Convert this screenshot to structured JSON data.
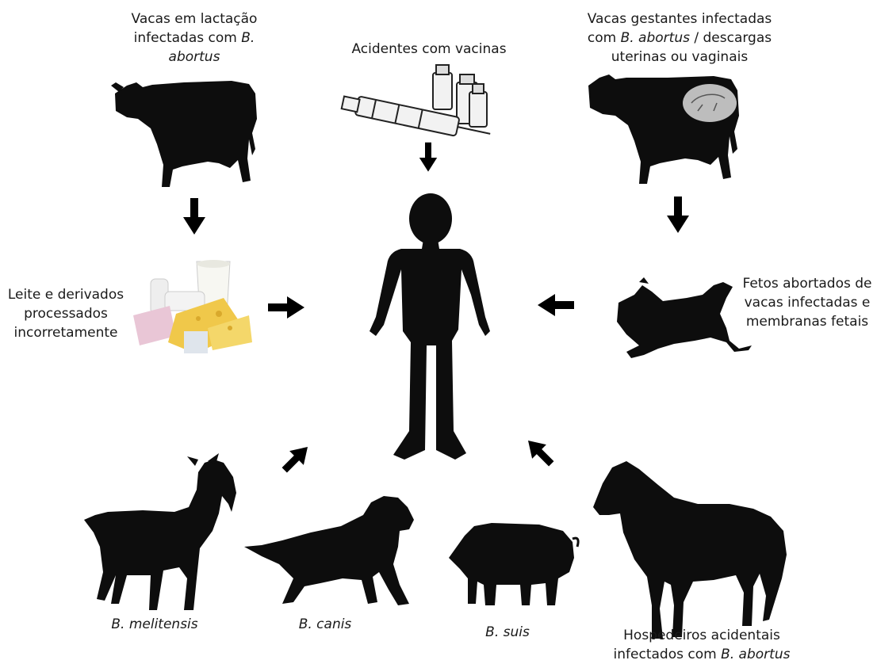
{
  "labels": {
    "lactating_cows_pre": "Vacas em lactação infectadas com ",
    "lactating_cows_species": "B. abortus",
    "vaccine_accidents": "Acidentes com vacinas",
    "pregnant_cows_pre": "Vacas gestantes infectadas com ",
    "pregnant_cows_species": "B. abortus",
    "pregnant_cows_post": " / descargas uterinas ou vaginais",
    "milk_products": "Leite e derivados processados incorretamente",
    "aborted_fetuses": "Fetos abortados de vacas infectadas e membranas fetais",
    "goat_species": "B. melitensis",
    "dog_species": "B. canis",
    "pig_species": "B. suis",
    "horse_pre": "Hospedeiros acidentais infectados com ",
    "horse_species": "B. abortus"
  },
  "colors": {
    "silhouette": "#0d0d0d",
    "text": "#1a1a1a",
    "arrow": "#000000"
  },
  "icons": [
    "cow-icon",
    "pregnant-cow-icon",
    "vaccine-syringe-icon",
    "dairy-products-icon",
    "human-icon",
    "aborted-fetus-icon",
    "goat-icon",
    "dog-icon",
    "pig-icon",
    "horse-icon",
    "arrow-icon"
  ]
}
